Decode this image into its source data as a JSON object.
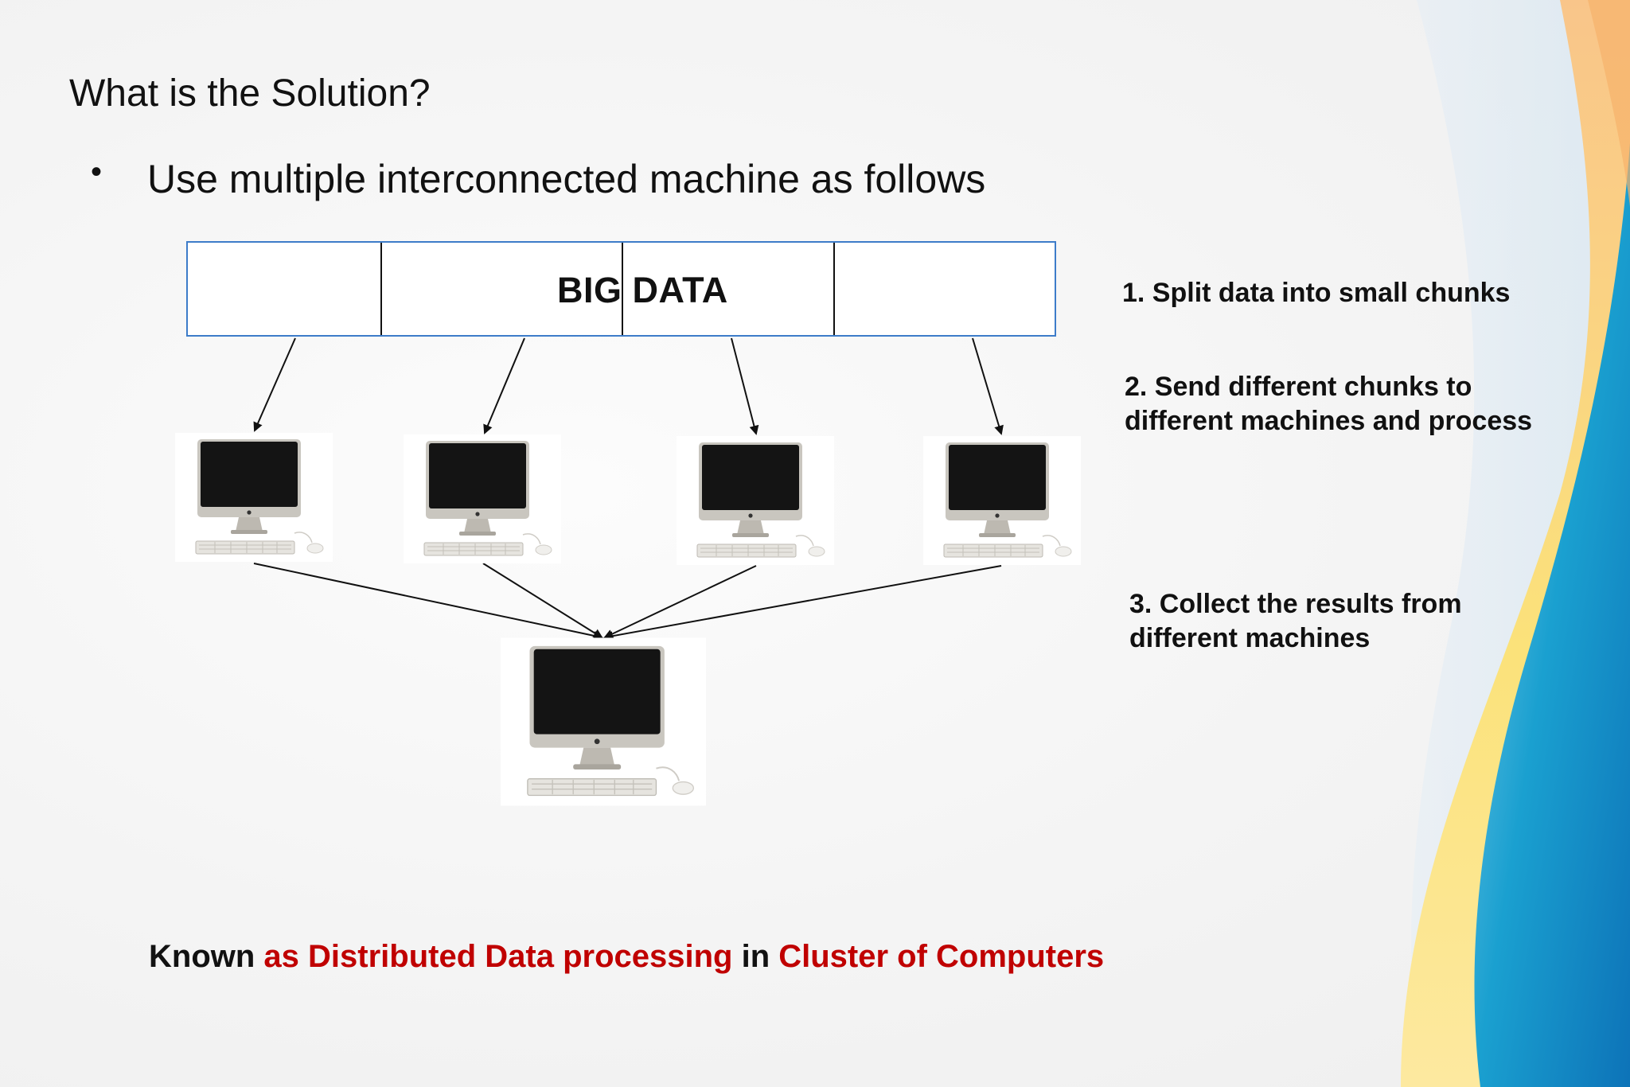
{
  "slide": {
    "title": "What is the Solution?",
    "bullet_symbol": "•",
    "bullet": "Use multiple interconnected machine as follows",
    "data_box_label": "BIG DATA",
    "steps": [
      {
        "line1": "1. Split data into small chunks",
        "line2": ""
      },
      {
        "line1": "2. Send different chunks to",
        "line2": "different machines and process"
      },
      {
        "line1": "3. Collect the results from",
        "line2": "different machines"
      }
    ],
    "footer": {
      "part1": "Known ",
      "part2": "as Distributed Data processing",
      "part3": " in ",
      "part4": "Cluster of Computers"
    }
  },
  "colors": {
    "box_border": "#3d7cc9",
    "highlight_red": "#c00000",
    "wave_blue": "#1aa0d0",
    "wave_gold": "#f2c94c"
  },
  "icons": [
    "desktop-computer-icon",
    "arrow-icon"
  ]
}
